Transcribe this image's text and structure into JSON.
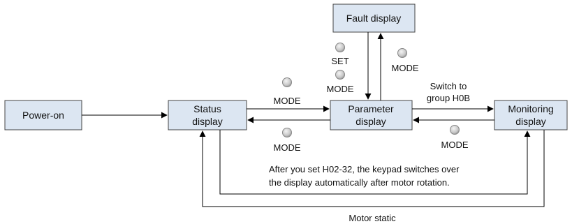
{
  "boxes": {
    "power_on": "Power-on",
    "status_line1": "Status",
    "status_line2": "display",
    "parameter_line1": "Parameter",
    "parameter_line2": "display",
    "monitoring_line1": "Monitoring",
    "monitoring_line2": "display",
    "fault": "Fault display"
  },
  "labels": {
    "mode": "MODE",
    "set": "SET",
    "switch_line1": "Switch to",
    "switch_line2": "group H0B",
    "note_line1": "After you set H02-32, the keypad switches over",
    "note_line2": "the display automatically after motor rotation.",
    "motor_static": "Motor static"
  },
  "colors": {
    "box_fill": "#dce6f2",
    "box_stroke": "#444444",
    "line": "#000000"
  },
  "icons": [
    "key-button-icon"
  ]
}
